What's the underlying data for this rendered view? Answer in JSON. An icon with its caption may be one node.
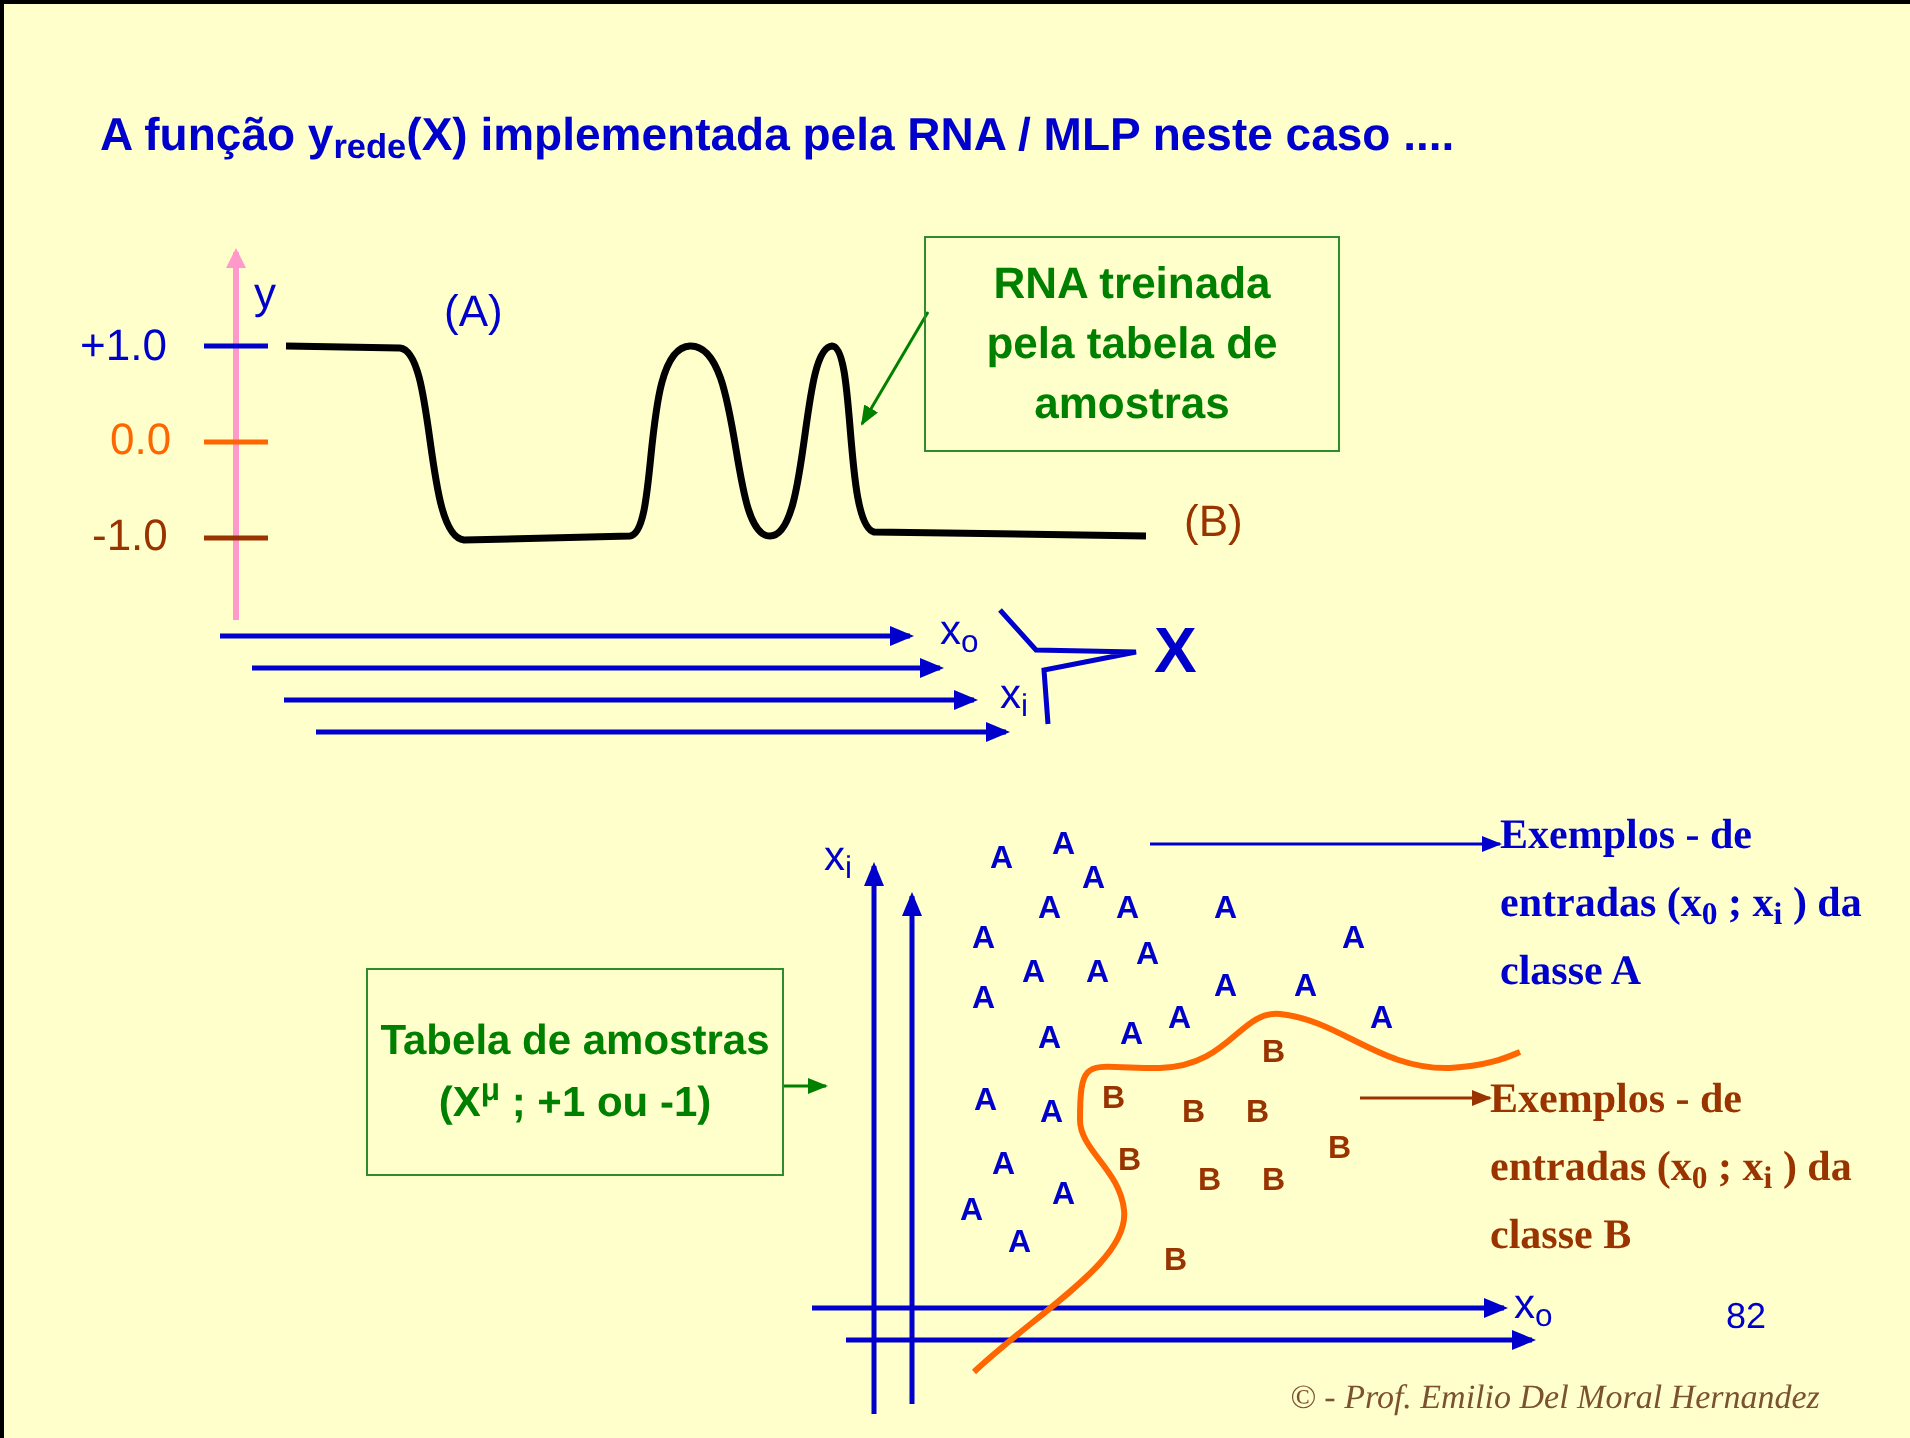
{
  "diagram": {
    "title": "A função y$_{rede}$(X) implementada pela RNA / MLP neste caso ....",
    "nodes": [
      {
        "text": [
          "RNA treinada pela tabela de amostras"
        ]
      },
      {
        "text": [],
        "shape": "curve"
      },
      {
        "text": [
          "Tabela de amostras (X$^{μ}$ ; +1 ou -1)"
        ]
      },
      {
        "text": [
          "Exemplos - de entradas (x$_{0}$ ; x$_{i}$ ) da classe A"
        ]
      },
      {
        "text": [
          "Exemplos - de entradas (x$_{0}$ ; x$_{i}$ ) da classe B"
        ]
      }
    ],
    "edges": [
      {
        "from": 0,
        "to": 1,
        "arrow": "to",
        "color": "#008000"
      },
      {
        "from": 2,
        "to": null,
        "arrow": "to",
        "color": "#008000"
      },
      {
        "from": null,
        "to": 3,
        "arrow": "to",
        "color": "#0000cc"
      },
      {
        "from": null,
        "to": 4,
        "arrow": "to",
        "color": "#993300"
      }
    ],
    "labels": [
      "y",
      "(A)",
      "+1.0",
      "0.0",
      "-1.0",
      "(B)",
      "x$_{o}$",
      "x$_{i}$",
      "X",
      "x$_{i}$",
      "A",
      "A",
      "A",
      "A",
      "A",
      "A",
      "A",
      "A",
      "A",
      "A",
      "A",
      "A",
      "A",
      "A",
      "A",
      "A",
      "A",
      "A",
      "A",
      "A",
      "A",
      "A",
      "A",
      "A",
      "B",
      "B",
      "B",
      "B",
      "B",
      "B",
      "B",
      "B",
      "B",
      "x$_{o}$",
      "82",
      "© - Prof. Emilio Del Moral Hernandez"
    ]
  }
}
